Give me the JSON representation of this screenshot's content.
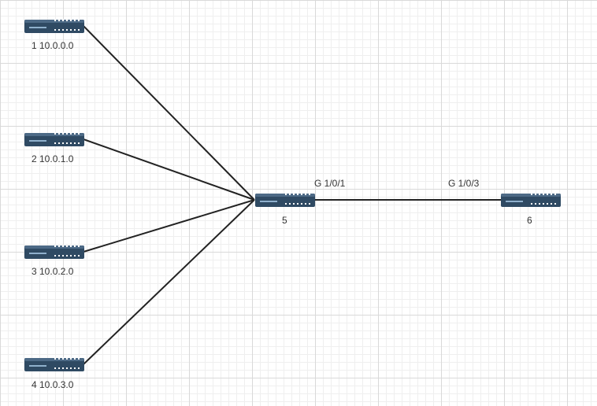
{
  "colors": {
    "device_body": "#2f4a63",
    "device_top": "#4d6a86",
    "device_leds": "#ffffff",
    "link": "#222222"
  },
  "devices": [
    {
      "id": "1",
      "label": "1 10.0.0.0",
      "icon": "switch-icon"
    },
    {
      "id": "2",
      "label": "2 10.0.1.0",
      "icon": "switch-icon"
    },
    {
      "id": "3",
      "label": "3 10.0.2.0",
      "icon": "switch-icon"
    },
    {
      "id": "4",
      "label": "4 10.0.3.0",
      "icon": "switch-icon"
    },
    {
      "id": "5",
      "label": "5",
      "icon": "switch-icon"
    },
    {
      "id": "6",
      "label": "6",
      "icon": "switch-icon"
    }
  ],
  "links": [
    {
      "from": "1",
      "to": "5"
    },
    {
      "from": "2",
      "to": "5"
    },
    {
      "from": "3",
      "to": "5"
    },
    {
      "from": "4",
      "to": "5"
    },
    {
      "from": "5",
      "to": "6",
      "from_port": "G 1/0/1",
      "to_port": "G 1/0/3"
    }
  ]
}
